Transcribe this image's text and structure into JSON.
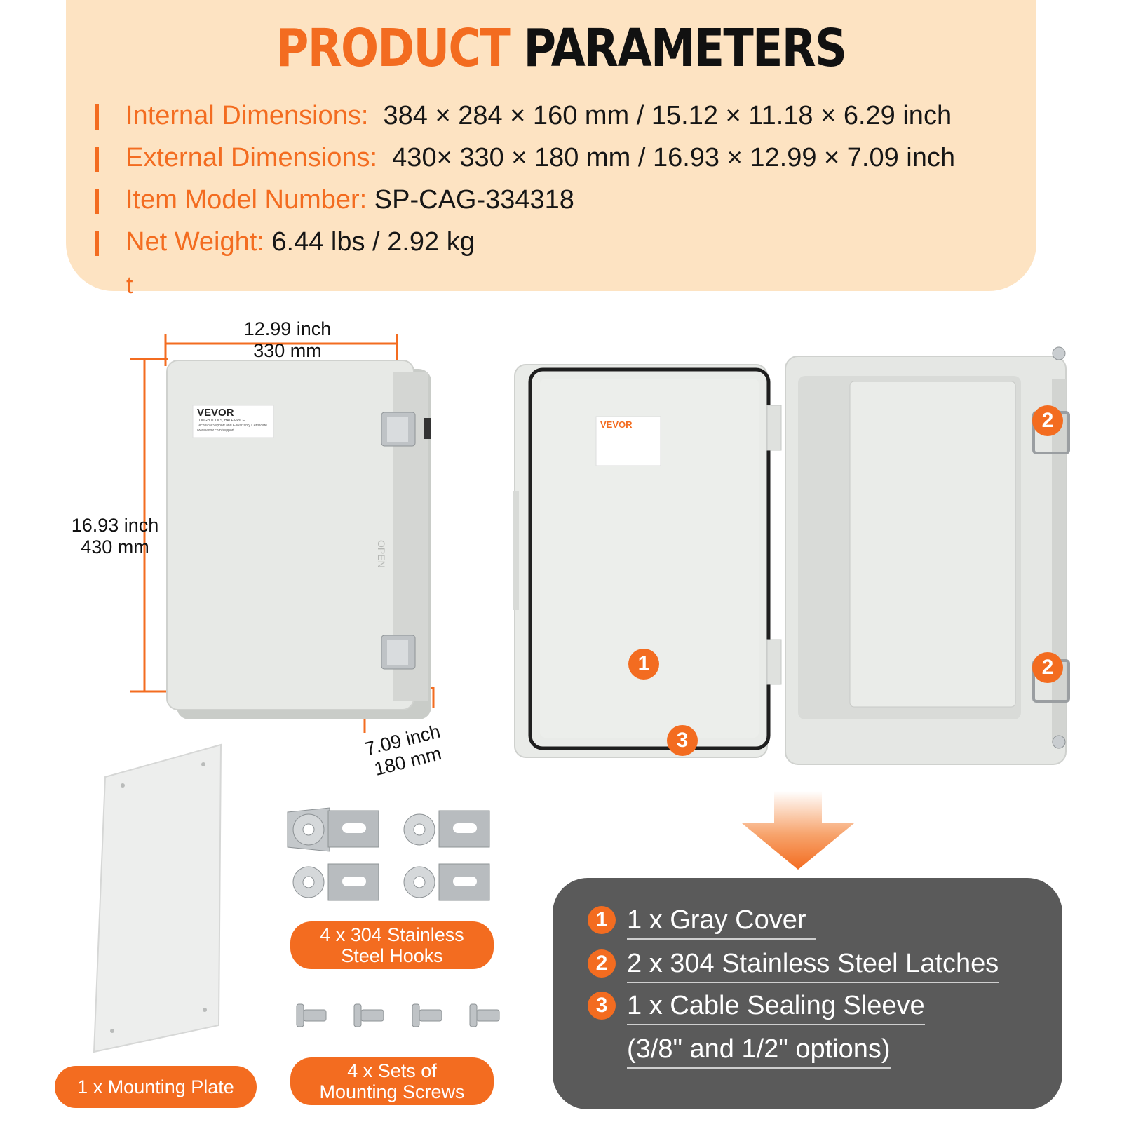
{
  "header": {
    "title_accent": "PRODUCT",
    "title_main": "PARAMETERS",
    "specs": [
      {
        "label": "Internal Dimensions:",
        "value": "384 × 284 × 160 mm / 15.12 × 11.18 × 6.29 inch"
      },
      {
        "label": "External Dimensions:",
        "value": "430× 330 × 180 mm / 16.93 × 12.99 × 7.09 inch"
      },
      {
        "label": "Item Model Number:",
        "value": "SP-CAG-334318"
      },
      {
        "label": "Net Weight:",
        "value": "6.44 lbs / 2.92 kg"
      }
    ],
    "stray_char": "t"
  },
  "dimensions": {
    "width_inch": "12.99 inch",
    "width_mm": "330 mm",
    "height_inch": "16.93 inch",
    "height_mm": "430 mm",
    "depth_inch": "7.09 inch",
    "depth_mm": "180 mm"
  },
  "product": {
    "brand": "VEVOR",
    "brand_tagline": "TOUGH TOOLS, HALF PRICE",
    "label_line": "Technical Support and E-Warranty Certificate",
    "label_url": "www.vevor.com/support",
    "open_mark": "OPEN"
  },
  "callouts": {
    "one": "1",
    "two": "2",
    "three": "3"
  },
  "accessories": {
    "plate_label": "1 x Mounting Plate",
    "hooks_line1": "4 x 304 Stainless",
    "hooks_line2": "Steel Hooks",
    "screws_line1": "4 x Sets of",
    "screws_line2": "Mounting Screws"
  },
  "includes": [
    {
      "num": "1",
      "text": "1 x Gray Cover"
    },
    {
      "num": "2",
      "text": "2 x 304 Stainless Steel Latches"
    },
    {
      "num": "3",
      "text": "1 x Cable Sealing Sleeve"
    },
    {
      "num": "",
      "text": "(3/8\" and 1/2\" options)"
    }
  ],
  "colors": {
    "accent": "#f36c20",
    "header_bg": "#fde3c2",
    "panel_bg": "#5a5a5a",
    "enclosure": "#e4e6e3"
  }
}
